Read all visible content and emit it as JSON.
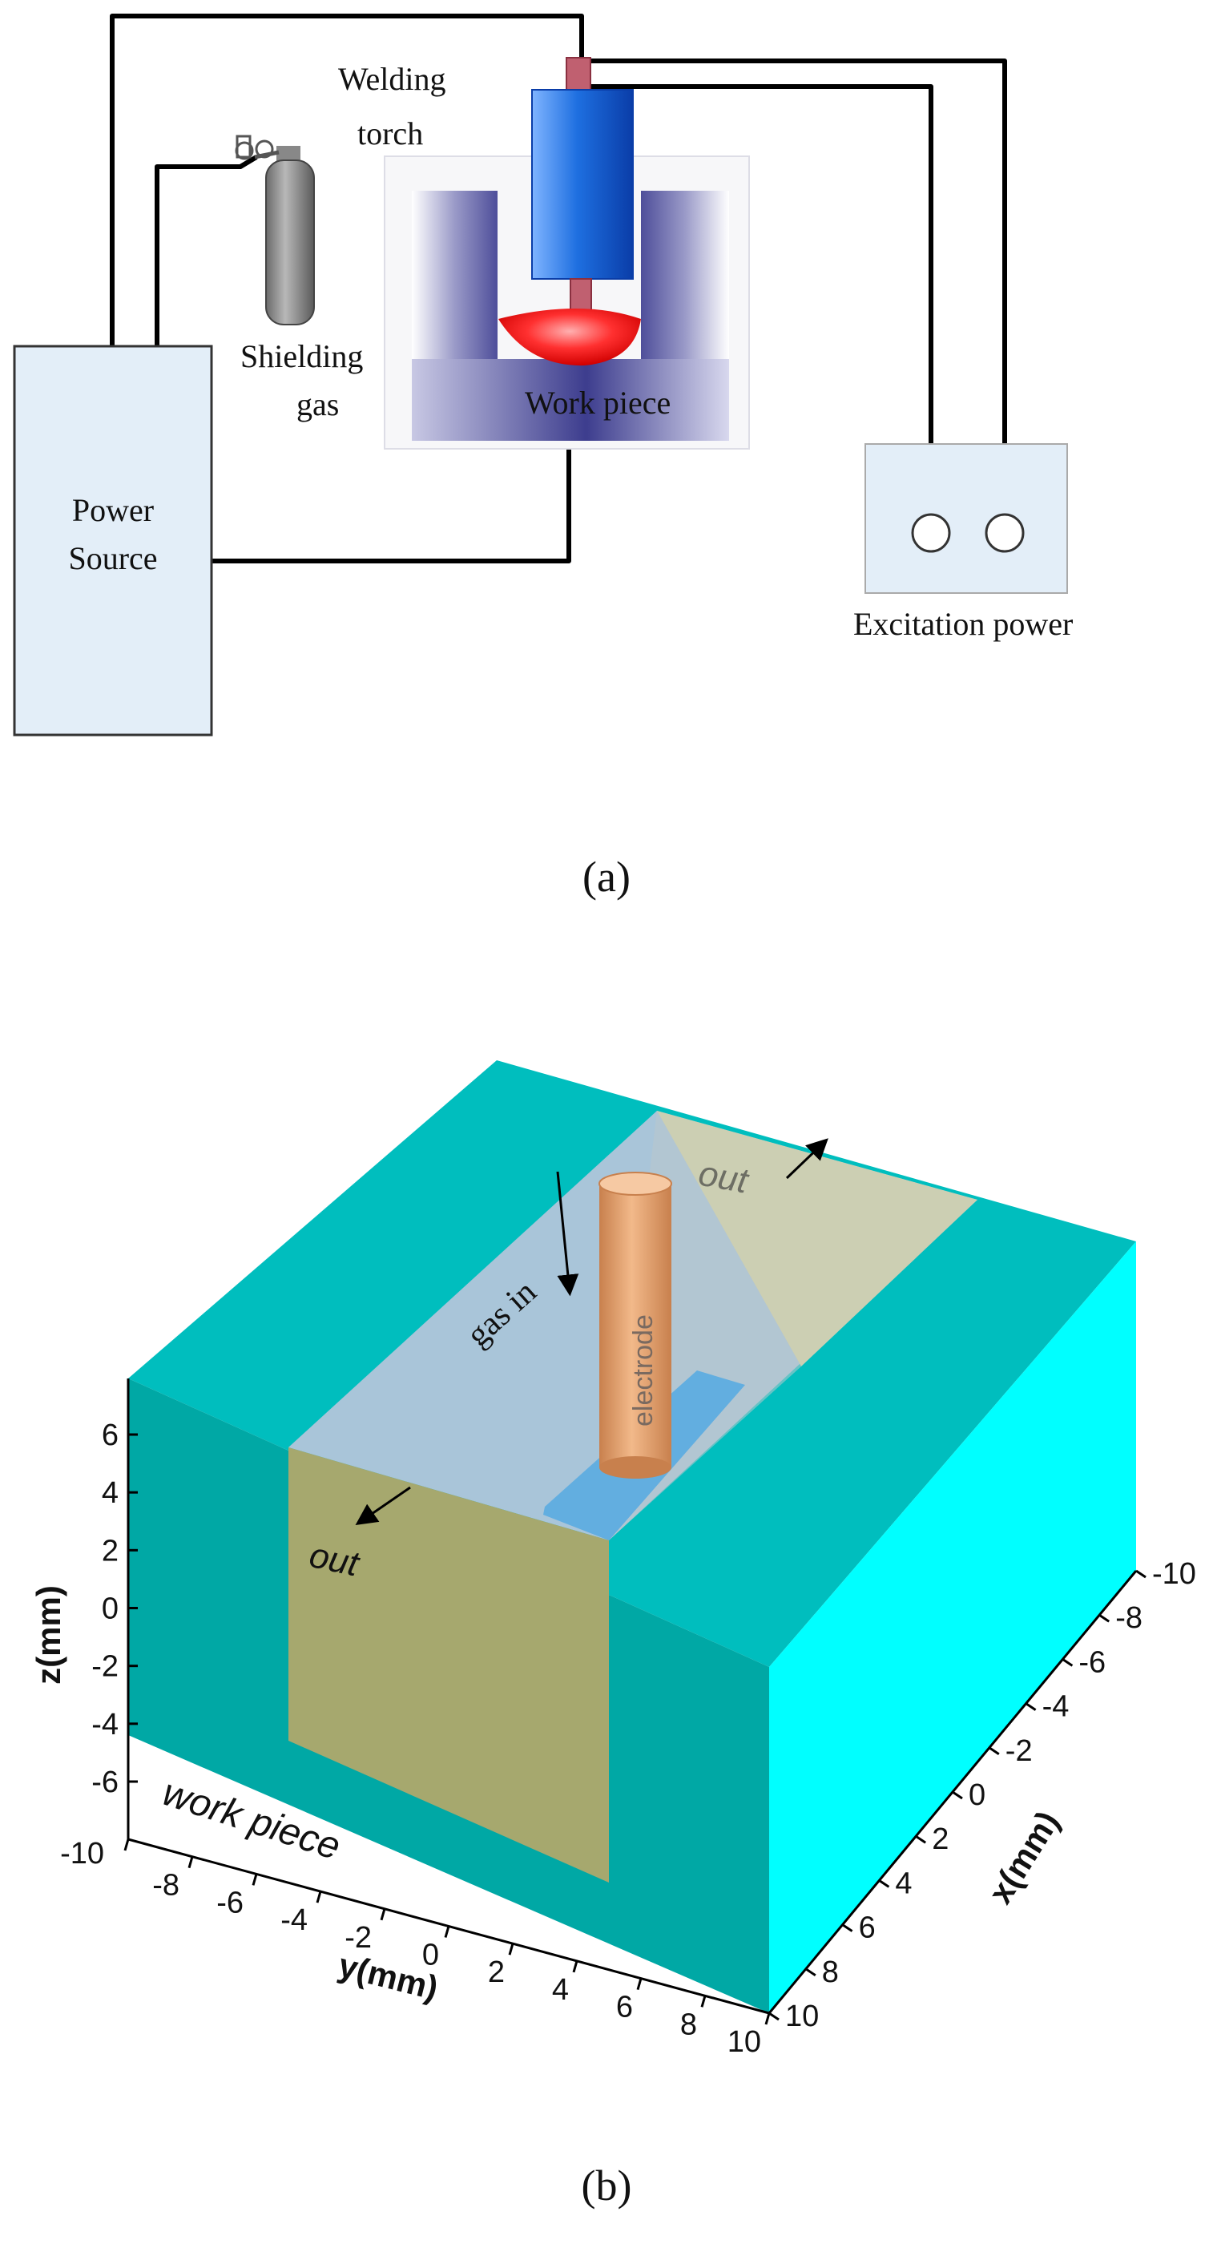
{
  "panel_a": {
    "labels": {
      "welding_torch_line1": "Welding",
      "welding_torch_line2": "torch",
      "shielding_gas_line1": "Shielding",
      "shielding_gas_line2": "gas",
      "work_piece": "Work piece",
      "power_source_line1": "Power",
      "power_source_line2": "Source",
      "excitation_power": "Excitation power"
    },
    "caption": "(a)"
  },
  "panel_b": {
    "labels": {
      "gas_in": "gas in",
      "out_back": "out",
      "out_front": "out",
      "electrode": "electrode",
      "work_piece": "work piece"
    },
    "axes": {
      "z_label": "z(mm)",
      "y_label": "y(mm)",
      "x_label": "x(mm)",
      "z_ticks": [
        "6",
        "4",
        "2",
        "0",
        "-2",
        "-4",
        "-6"
      ],
      "y_ticks": [
        "-10",
        "-8",
        "-6",
        "-4",
        "-2",
        "0",
        "2",
        "4",
        "6",
        "8",
        "10"
      ],
      "x_ticks": [
        "-10",
        "-8",
        "-6",
        "-4",
        "-2",
        "0",
        "2",
        "4",
        "6",
        "8",
        "10"
      ]
    },
    "caption": "(b)"
  },
  "colors": {
    "box_top": "#00BEBE",
    "box_front": "#00A8A5",
    "box_right": "#00FFFF",
    "channel_glass": "#A9C5D9",
    "outlet_face": "#A6A86E",
    "back_outlet": "#CCCFB3",
    "electrode": "#E8A877",
    "power_box": "#E3EEF8",
    "torch": "#1E6FE0",
    "arc": "#FF2020"
  }
}
